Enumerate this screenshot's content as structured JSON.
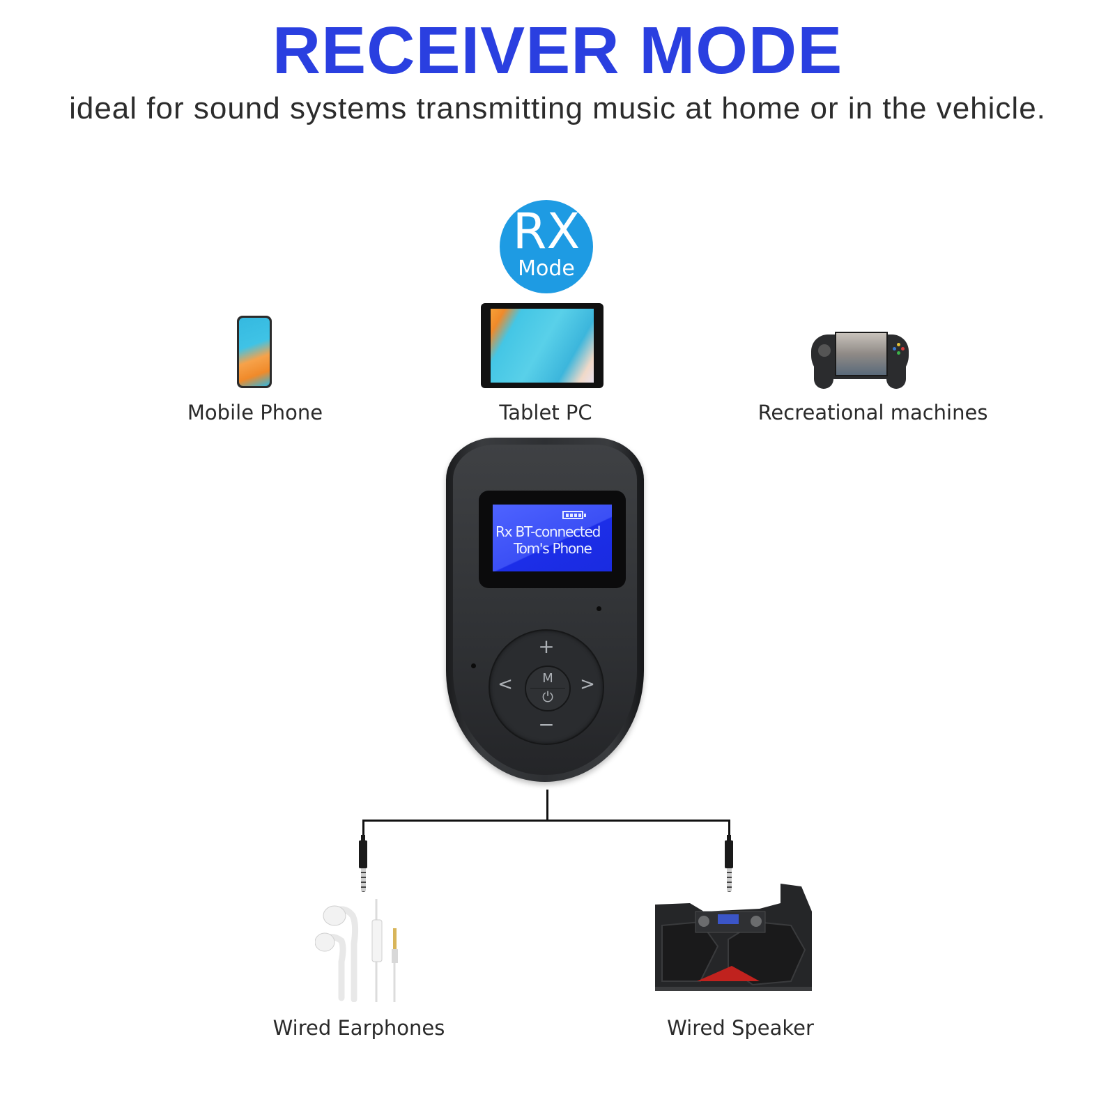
{
  "header": {
    "title": "RECEIVER MODE",
    "subtitle": "ideal for sound systems transmitting music at home or in the vehicle."
  },
  "badge": {
    "main": "RX",
    "sub": "Mode",
    "color": "#1e9be3"
  },
  "sources": [
    {
      "label": "Mobile Phone",
      "icon": "smartphone-icon"
    },
    {
      "label": "Tablet PC",
      "icon": "tablet-icon"
    },
    {
      "label": "Recreational machines",
      "icon": "handheld-game-console-icon"
    }
  ],
  "device": {
    "screen_line1": "Rx BT-connected",
    "screen_line2": "Tom's Phone",
    "screen_icon": "battery-icon",
    "buttons": {
      "up": "+",
      "down": "−",
      "left": "<",
      "right": ">",
      "center_top": "M",
      "center_bottom": "⏻"
    }
  },
  "outputs": [
    {
      "label": "Wired Earphones",
      "icon": "earphones-icon"
    },
    {
      "label": "Wired Speaker",
      "icon": "speaker-icon"
    }
  ],
  "colors": {
    "title": "#2a3fe0",
    "subtitle": "#2c2c2c",
    "screen": "#3b4ff5",
    "device": "#2f3134"
  }
}
